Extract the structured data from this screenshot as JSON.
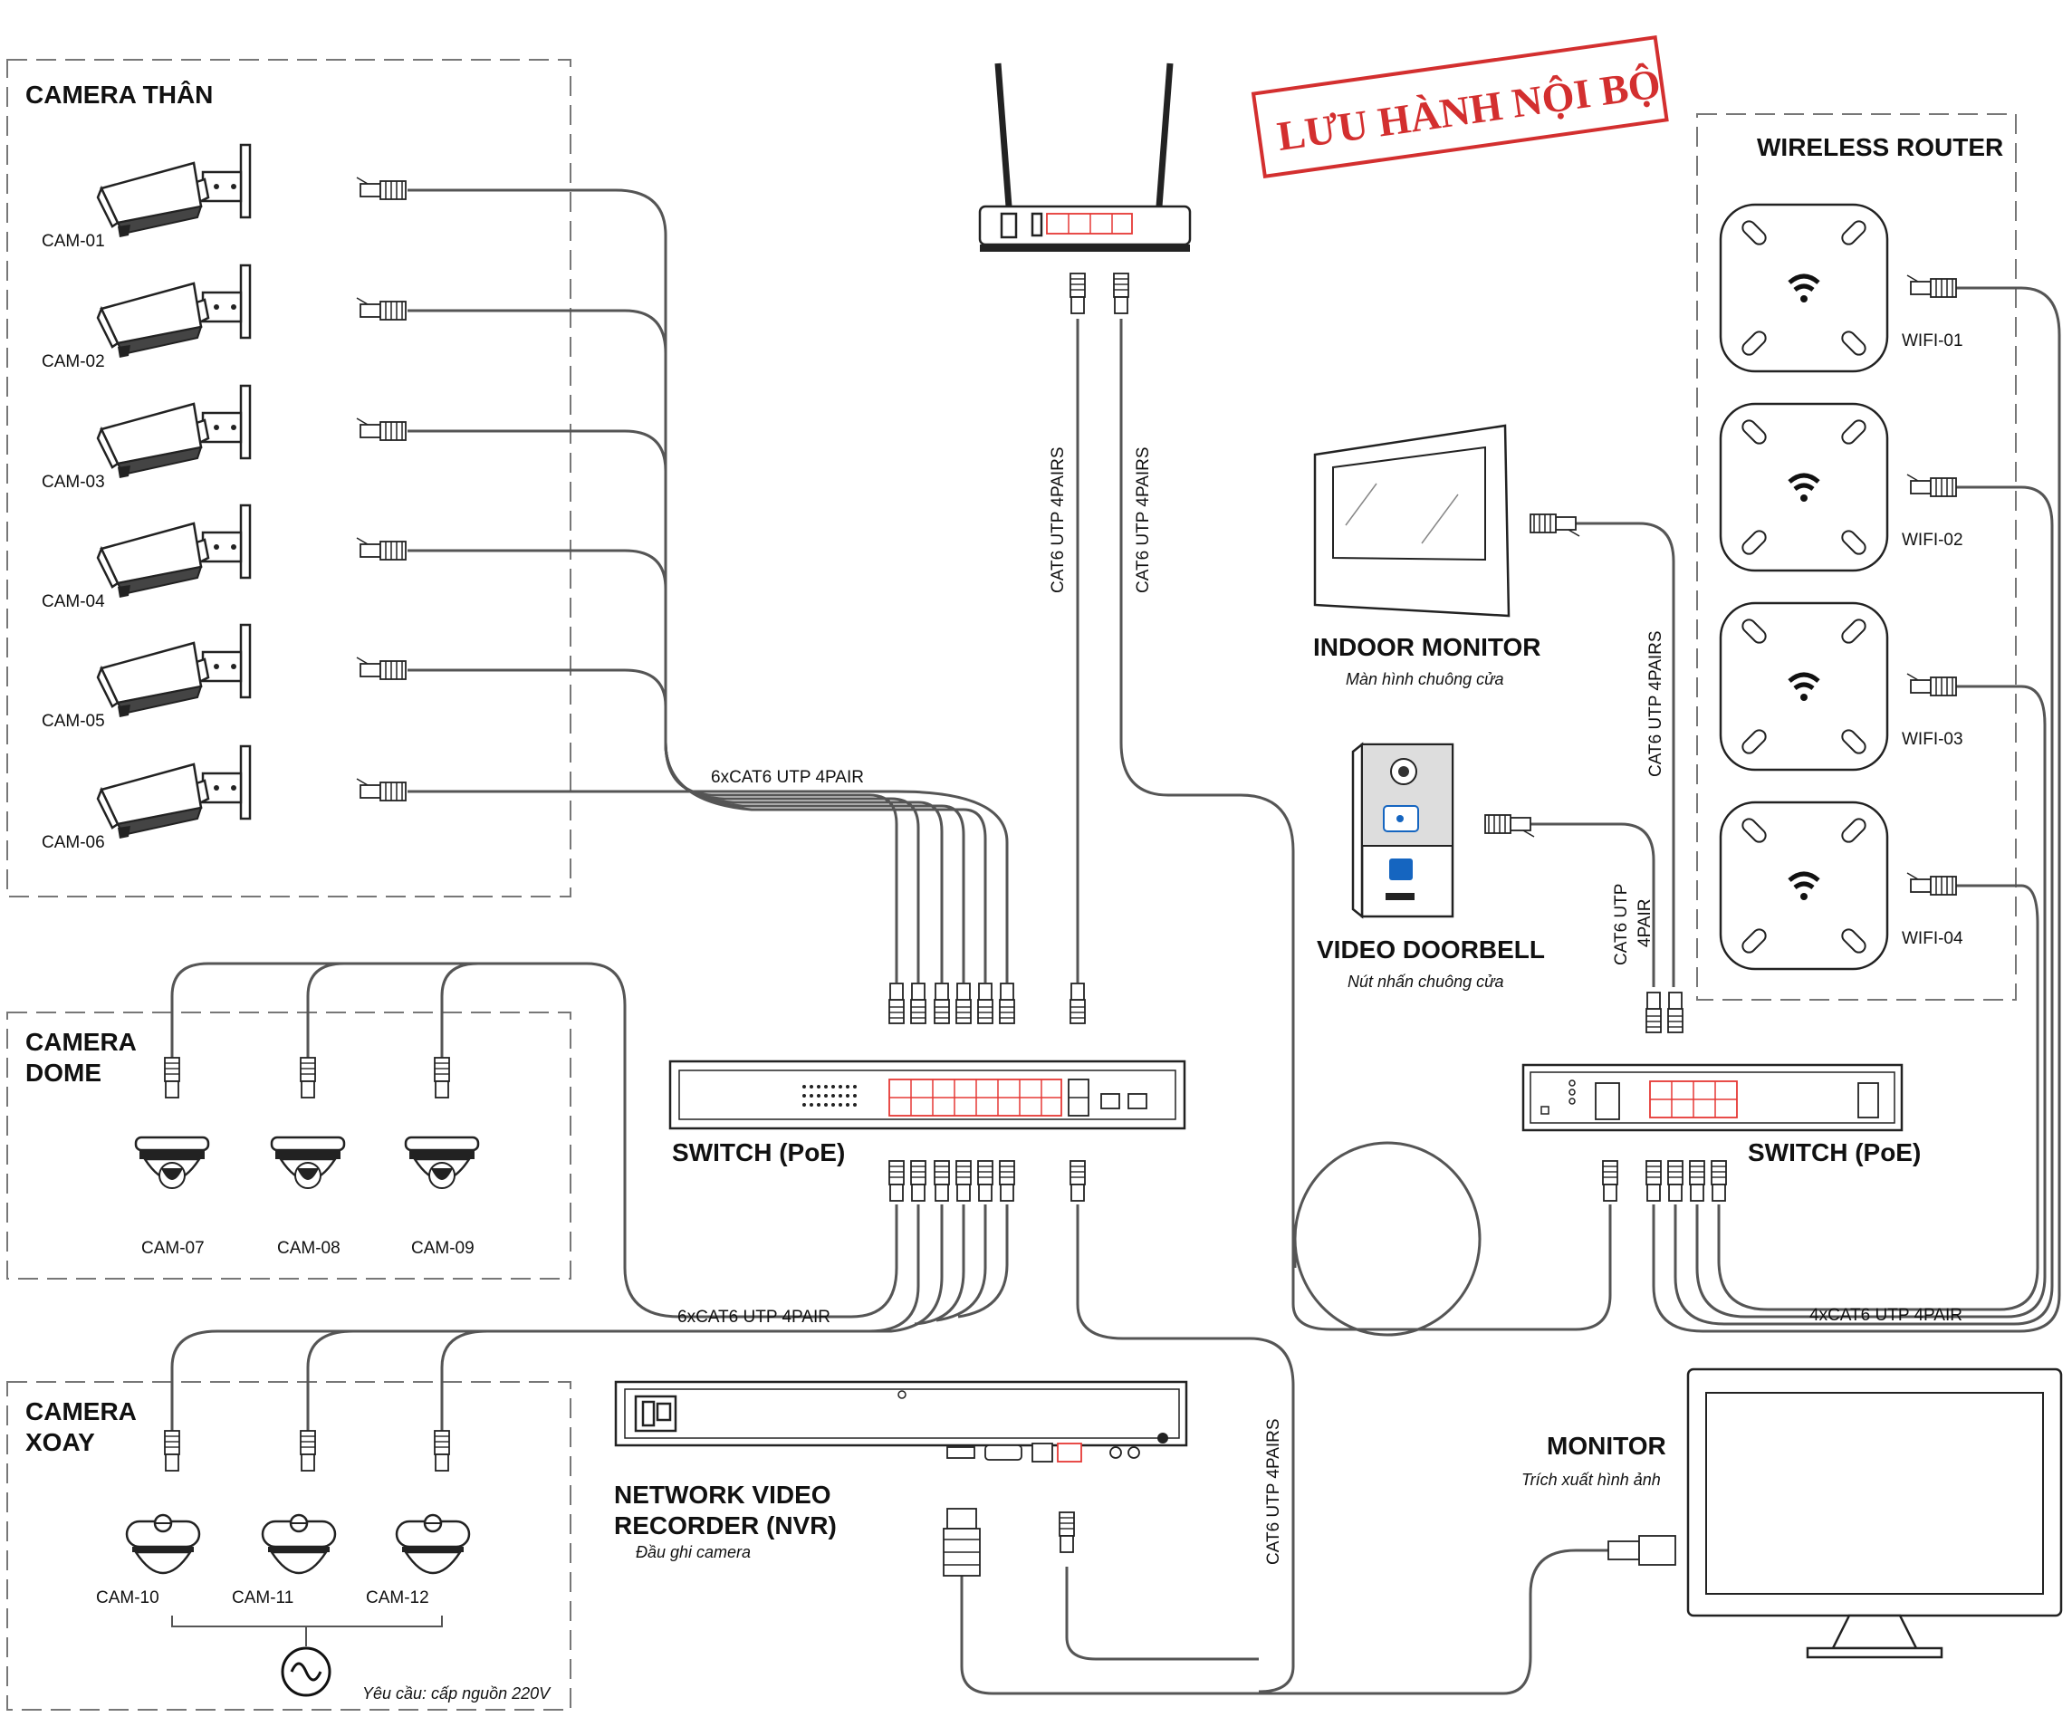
{
  "stamp": "LƯU HÀNH NỘI BỘ",
  "zones": {
    "bullet": "CAMERA THÂN",
    "dome_1": "CAMERA",
    "dome_2": "DOME",
    "ptz_1": "CAMERA",
    "ptz_2": "XOAY",
    "wireless": "WIRELESS ROUTER"
  },
  "bullet_cams": [
    "CAM-01",
    "CAM-02",
    "CAM-03",
    "CAM-04",
    "CAM-05",
    "CAM-06"
  ],
  "dome_cams": [
    "CAM-07",
    "CAM-08",
    "CAM-09"
  ],
  "ptz_cams": [
    "CAM-10",
    "CAM-11",
    "CAM-12"
  ],
  "wifi_aps": [
    "WIFI-01",
    "WIFI-02",
    "WIFI-03",
    "WIFI-04"
  ],
  "cables": {
    "bundle_top": "6xCAT6 UTP 4PAIR",
    "bundle_bottom": "6xCAT6 UTP 4PAIR",
    "bundle_right": "4xCAT6 UTP 4PAIR",
    "router_1": "CAT6 UTP 4PAIRS",
    "router_2": "CAT6 UTP 4PAIRS",
    "indoor": "CAT6 UTP 4PAIRS",
    "nvr": "CAT6 UTP 4PAIRS",
    "doorbell_1": "CAT6 UTP",
    "doorbell_2": "4PAIR"
  },
  "devices": {
    "switch_main": "SWITCH (PoE)",
    "switch_right": "SWITCH (PoE)",
    "indoor_title": "INDOOR MONITOR",
    "indoor_sub": "Màn hình chuông cửa",
    "doorbell_title": "VIDEO DOORBELL",
    "doorbell_sub": "Nút nhấn chuông cửa",
    "nvr_1": "NETWORK VIDEO",
    "nvr_2": "RECORDER (NVR)",
    "nvr_sub": "Đầu ghi camera",
    "monitor_title": "MONITOR",
    "monitor_sub": "Trích xuất hình ảnh",
    "power_note": "Yêu cầu: cấp nguồn 220V"
  },
  "colors": {
    "port": "#e53935",
    "stamp": "#d32f2f"
  },
  "icons": [
    "bullet-camera-icon",
    "dome-camera-icon",
    "ptz-camera-icon",
    "wifi-icon",
    "router-icon",
    "ac-power-icon",
    "rj45-plug-icon",
    "hdmi-plug-icon"
  ]
}
